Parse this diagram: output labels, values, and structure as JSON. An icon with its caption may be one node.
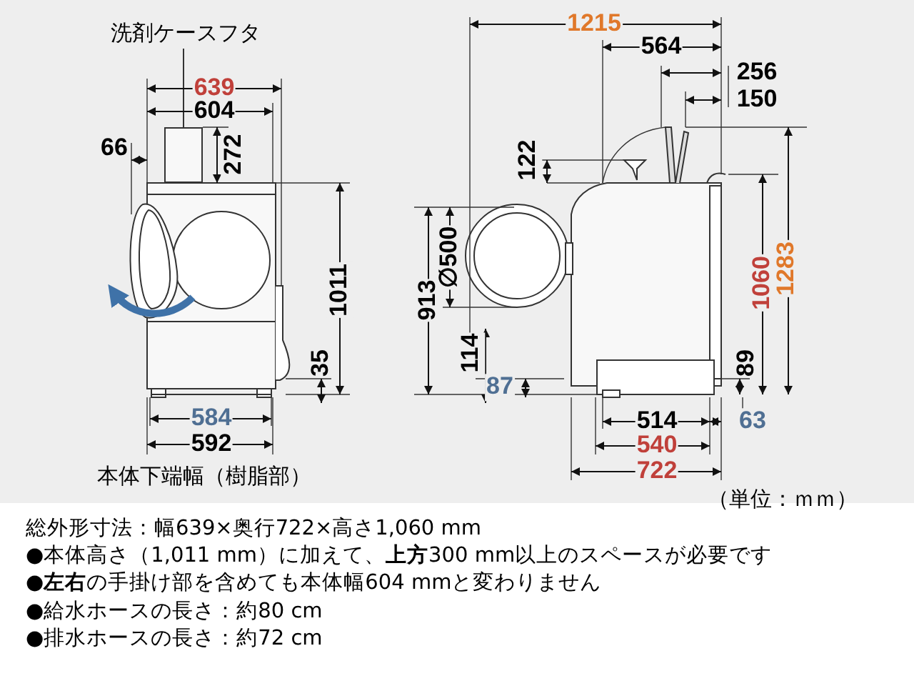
{
  "diagram": {
    "nodes": [
      {
        "text": [
          "洗剤ケースフタ"
        ]
      },
      {
        "text": [],
        "shape": "box"
      }
    ],
    "edges": [
      {
        "from": 0,
        "to": 1,
        "arrow": "none"
      }
    ],
    "labels": [
      "639",
      "604",
      "66",
      "272",
      "1011",
      "35",
      "584",
      "592",
      "本体下端幅（樹脂部）",
      "1215",
      "564",
      "256",
      "150",
      "122",
      "913",
      "∅500",
      "114",
      "87",
      "1060",
      "1283",
      "89",
      "514",
      "63",
      "540",
      "722",
      "（単位：ｍｍ）",
      "総外形寸法：幅639×奥行722×高さ1,060 mm",
      "●本体高さ（1,011 mm）に加えて、**上方**300 mm以上のスペースが必要です",
      "●**左右**の手掛け部を含めても本体幅604 mmと変わりません",
      "●給水ホースの長さ：約80 cm",
      "●排水ホースの長さ：約72 cm"
    ]
  }
}
